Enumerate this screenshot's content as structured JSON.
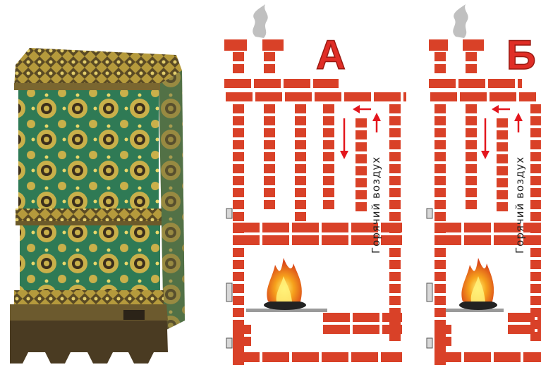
{
  "panels": [
    {
      "letter": "А",
      "airflow_label": "Горячий воздух"
    },
    {
      "letter": "Б",
      "airflow_label": "Горячий воздух"
    }
  ],
  "colors": {
    "brick": "#d94128",
    "mortar": "#ffffff",
    "arrow": "#e3161d",
    "letter": "#e02d26",
    "tile_green": "#2f7a55",
    "tile_gold": "#c9b04a",
    "tile_dark": "#3b2e1c",
    "grate": "#9a9a9a",
    "smoke": "#b9b9b9"
  },
  "icons": {
    "stove_photo": "tiled-stove-icon",
    "fire": "fire-icon",
    "smoke": "smoke-icon",
    "damper": "damper-icon",
    "arrow": "arrow-icon"
  }
}
